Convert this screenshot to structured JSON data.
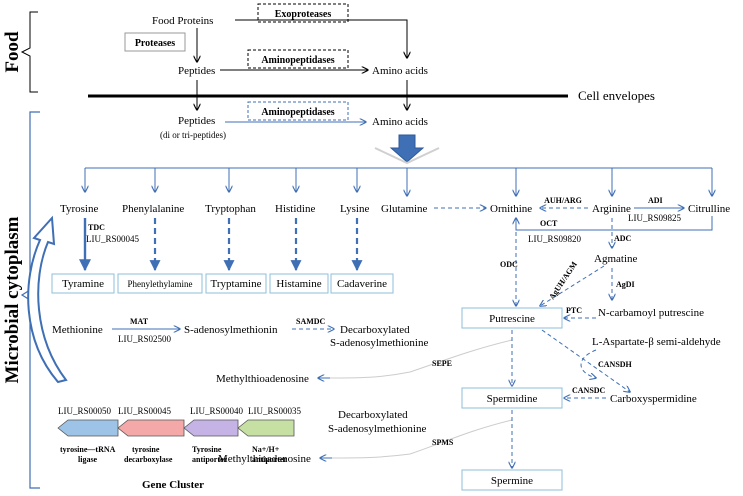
{
  "side_labels": {
    "food": "Food",
    "cytoplasm": "Microbial cytoplasm"
  },
  "food": {
    "food_proteins": "Food Proteins",
    "exoproteases": "Exoproteases",
    "proteases": "Proteases",
    "peptides": "Peptides",
    "aminopeptidases": "Aminopeptidases",
    "amino_acids": "Amino acids"
  },
  "cell_envelopes": "Cell envelopes",
  "cytoplasm_top": {
    "peptides": "Peptides",
    "peptides_note": "(di or tri-peptides)",
    "aminopeptidases": "Aminopeptidases",
    "amino_acids": "Amino acids"
  },
  "amino_acids_row": {
    "tyrosine": "Tyrosine",
    "phenylalanine": "Phenylalanine",
    "tryptophan": "Tryptophan",
    "histidine": "Histidine",
    "lysine": "Lysine",
    "glutamine": "Glutamine",
    "ornithine": "Ornithine",
    "arginine": "Arginine",
    "citrulline": "Citrulline"
  },
  "amines": {
    "tyramine": "Tyramine",
    "phenylethylamine": "Phenylethylamine",
    "tryptamine": "Tryptamine",
    "histamine": "Histamine",
    "cadaverine": "Cadaverine"
  },
  "enzymes": {
    "tdc": "TDC",
    "tdc_gene": "LIU_RS00045",
    "auh_arg": "AUH/ARG",
    "adi": "ADI",
    "adi_gene": "LIU_RS09825",
    "oct": "OCT",
    "oct_gene": "LIU_RS09820",
    "adc": "ADC",
    "odc": "ODC",
    "aguh_agm": "AgUH/AGM",
    "agdi": "AgDI",
    "ptc": "PTC",
    "mat": "MAT",
    "mat_gene": "LIU_RS02500",
    "samdc": "SAMDC",
    "sepe": "SEPE",
    "cansdh": "CANSDH",
    "cansdc": "CANSDC",
    "spms": "SPMS"
  },
  "polyamines": {
    "agmatine": "Agmatine",
    "n_carbamoyl_putrescine": "N-carbamoyl putrescine",
    "putrescine": "Putrescine",
    "methionine": "Methionine",
    "s_adenosylmethionin": "S-adenosylmethionin",
    "decarb_sam_1": "Decarboxylated",
    "decarb_sam_2": "S-adenosylmethionine",
    "l_aspartate": "L-Aspartate-β semi-aldehyde",
    "mta": "Methylthioadenosine",
    "spermidine": "Spermidine",
    "carboxyspermidine": "Carboxyspermidine",
    "decarb_sam2_1": "Decarboxylated",
    "decarb_sam2_2": "S-adenosylmethionine",
    "mta2": "Methylthioadenosine",
    "spermine": "Spermine"
  },
  "gene_cluster": {
    "title": "Gene Cluster",
    "genes": [
      {
        "id": "LIU_RS00050",
        "label1": "tyrosine—tRNA",
        "label2": "ligase",
        "color": "#9dc3e6"
      },
      {
        "id": "LIU_RS00045",
        "label1": "tyrosine",
        "label2": "decarboxylase",
        "color": "#f4a9a8"
      },
      {
        "id": "LIU_RS00040",
        "label1": "Tyrosine",
        "label2": "antiporter",
        "color": "#c5b3e6"
      },
      {
        "id": "LIU_RS00035",
        "label1": "Na+/H+",
        "label2": "antiporter",
        "color": "#c6e0a4"
      }
    ]
  },
  "colors": {
    "pathway": "#3f6fb4",
    "box_border": "#8fbfd8",
    "text": "#000000"
  }
}
